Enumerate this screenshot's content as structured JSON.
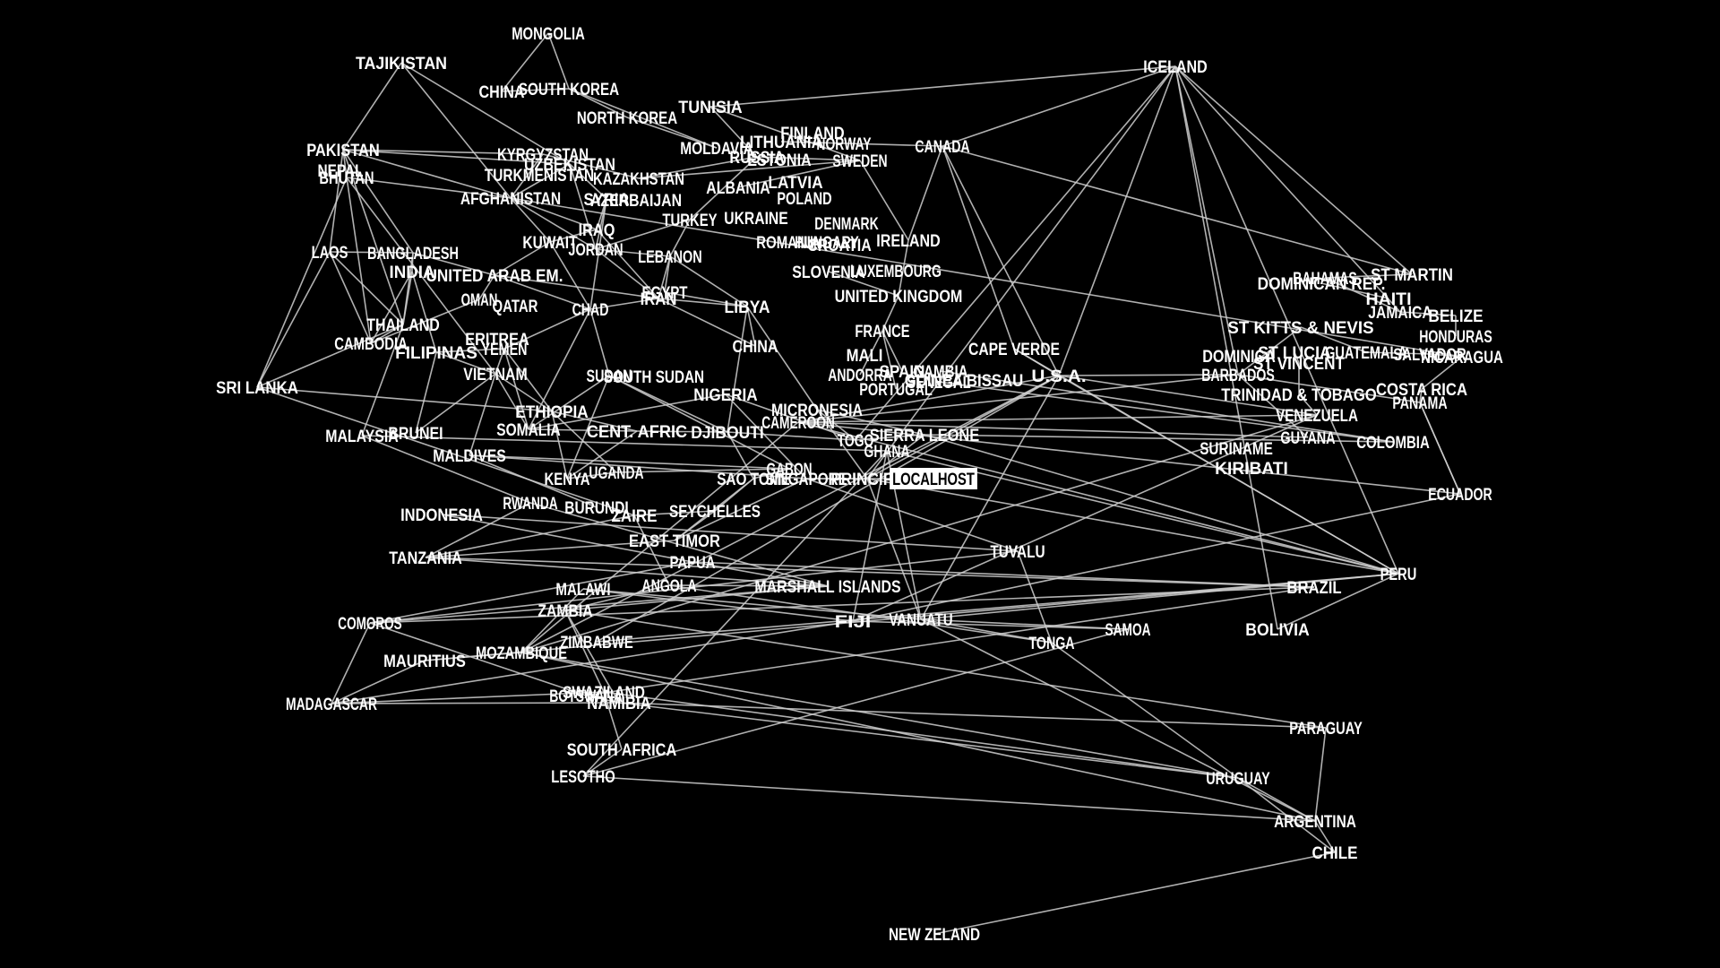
{
  "graph": {
    "colors": {
      "background": "#000000",
      "edge": "#cfcfcf",
      "label": "#ffffff",
      "highlight_bg": "#ffffff",
      "highlight_text": "#000000"
    },
    "highlighted": "LOCALHOST",
    "nodes": [
      "MONGOLIA",
      "TAJIKISTAN",
      "CHINA",
      "SOUTH KOREA",
      "NORTH KOREA",
      "TUNISIA",
      "ICELAND",
      "PAKISTAN",
      "BHUTAN",
      "NEPAL",
      "KYRGYZSTAN",
      "TURKMENISTAN",
      "UZBEKISTAN",
      "KAZAKHSTAN",
      "MOLDAVIA",
      "LITHUANIA",
      "FINLAND",
      "NORWAY",
      "CANADA",
      "RUSSIA",
      "ESTONIA",
      "SWEDEN",
      "AFGHANISTAN",
      "SYRIA",
      "AZERBAIJAN",
      "ALBANIA",
      "LATVIA",
      "POLAND",
      "TURKEY",
      "UKRAINE",
      "DENMARK",
      "IRAQ",
      "KUWAIT",
      "JORDAN",
      "HUNGARY",
      "ROMANIA",
      "CROATIA",
      "IRELAND",
      "LAOS",
      "BANGLADESH",
      "INDIA",
      "UNITED ARAB EM.",
      "LEBANON",
      "SLOVENIA",
      "LUXEMBOURG",
      "BAHAMAS",
      "ST MARTIN",
      "OMAN",
      "QATAR",
      "CHAD",
      "IRAN",
      "EGYPT",
      "LIBYA",
      "UNITED KINGDOM",
      "DOMINICAN REP.",
      "HAITI",
      "THAILAND",
      "CAMBODIA",
      "ERITREA",
      "FRANCE",
      "JAMAICA",
      "BELIZE",
      "ST KITTS & NEVIS",
      "HONDURAS",
      "FILIPINAS",
      "YEMEN",
      "CHINA",
      "CAPE VERDE",
      "MALI",
      "GUATEMALA",
      "SALVADOR",
      "NICARAGUA",
      "SRI LANKA",
      "VIETNAM",
      "SOMALIA",
      "SUDAN",
      "SOUTH SUDAN",
      "SPAIN",
      "ANDORRA",
      "GAMBIA",
      "SENEGAL",
      "GUINEA BISSAU",
      "U.S.A.",
      "DOMINICA",
      "ST LUCIA",
      "ST VINCENT",
      "BARBADOS",
      "TRINIDAD & TOBAGO",
      "COSTA RICA",
      "PANAMA",
      "MALAYSIA",
      "ETHIOPIA",
      "NIGERIA",
      "MICRONESIA",
      "PORTUGAL",
      "VENEZUELA",
      "GUYANA",
      "BRUNEI",
      "CENT. AFRIC",
      "DJIBOUTI",
      "TOGO",
      "SIERRA LEONE",
      "COLOMBIA",
      "SURINAME",
      "MALDIVES",
      "CAMEROON",
      "GHANA",
      "KIRIBATI",
      "KENYA",
      "UGANDA",
      "GABON",
      "SAO TOME",
      "SINGAPORE",
      "PRINCIPE",
      "LOCALHOST",
      "ECUADOR",
      "INDONESIA",
      "RWANDA",
      "BURUNDI",
      "ZAIRE",
      "SEYCHELLES",
      "EAST TIMOR",
      "TANZANIA",
      "PAPUA",
      "TUVALU",
      "PERU",
      "MALAWI",
      "ANGOLA",
      "MARSHALL ISLANDS",
      "BRAZIL",
      "ZAMBIA",
      "COMOROS",
      "FIJI",
      "VANUATU",
      "TONGA",
      "SAMOA",
      "BOLIVIA",
      "ZIMBABWE",
      "MAURITIUS",
      "MOZAMBIQUE",
      "MADAGASCAR",
      "BOTSWANA",
      "SWAZILAND",
      "NAMIBIA",
      "PARAGUAY",
      "SOUTH AFRICA",
      "LESOTHO",
      "URUGUAY",
      "ARGENTINA",
      "CHILE",
      "NEW ZELAND"
    ]
  }
}
